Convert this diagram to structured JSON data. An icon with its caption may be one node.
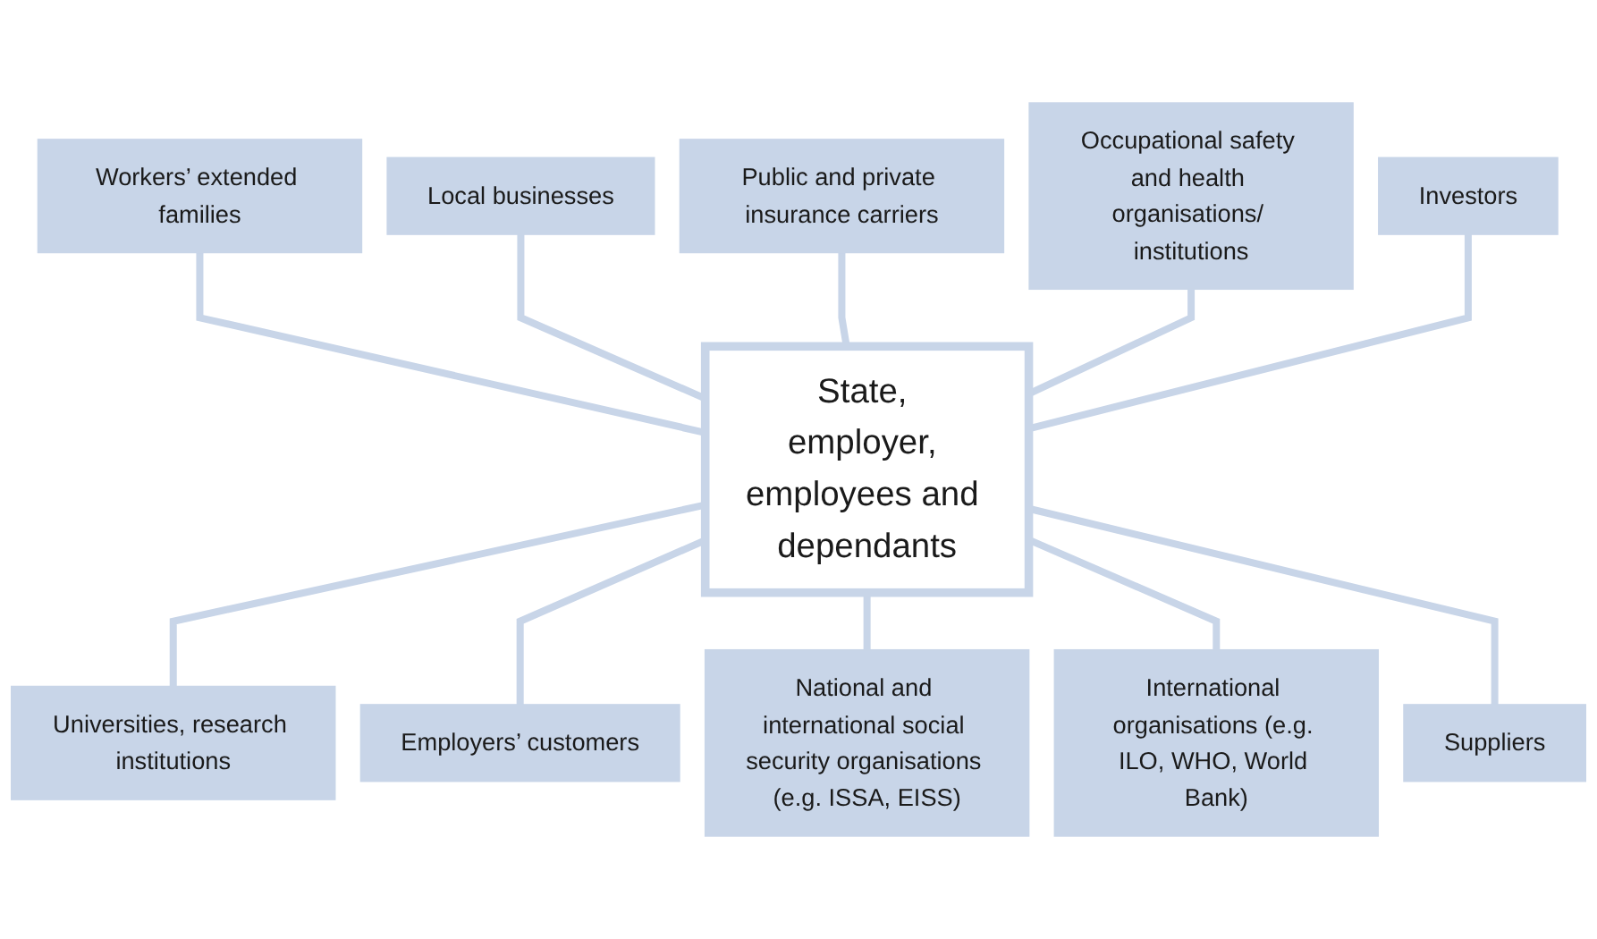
{
  "diagram": {
    "nodes": [
      {
        "text": [
          "Workers’ extended families"
        ]
      },
      {
        "text": [
          "Local businesses"
        ]
      },
      {
        "text": [
          "Public and private insurance carriers"
        ]
      },
      {
        "text": [
          "Occupational safety and health organisations/ institutions"
        ]
      },
      {
        "text": [
          "Investors"
        ]
      },
      {
        "text": [
          "State, employer, employees and dependants"
        ]
      },
      {
        "text": [
          "Universities, research institutions"
        ]
      },
      {
        "text": [
          "Employers’ customers"
        ]
      },
      {
        "text": [
          "National and international social security organisations (e.g. ISSA, EISS)"
        ]
      },
      {
        "text": [
          "International organisations (e.g. ILO, WHO, World Bank)"
        ]
      },
      {
        "text": [
          "Suppliers"
        ]
      }
    ],
    "edges": [
      {
        "from": 5,
        "to": 0,
        "arrow": "none"
      },
      {
        "from": 5,
        "to": 1,
        "arrow": "none"
      },
      {
        "from": 5,
        "to": 2,
        "arrow": "none"
      },
      {
        "from": 5,
        "to": 3,
        "arrow": "none"
      },
      {
        "from": 5,
        "to": 4,
        "arrow": "none"
      },
      {
        "from": 5,
        "to": 6,
        "arrow": "none"
      },
      {
        "from": 5,
        "to": 7,
        "arrow": "none"
      },
      {
        "from": 5,
        "to": 8,
        "arrow": "none"
      },
      {
        "from": 5,
        "to": 9,
        "arrow": "none"
      },
      {
        "from": 5,
        "to": 10,
        "arrow": "none"
      }
    ]
  }
}
